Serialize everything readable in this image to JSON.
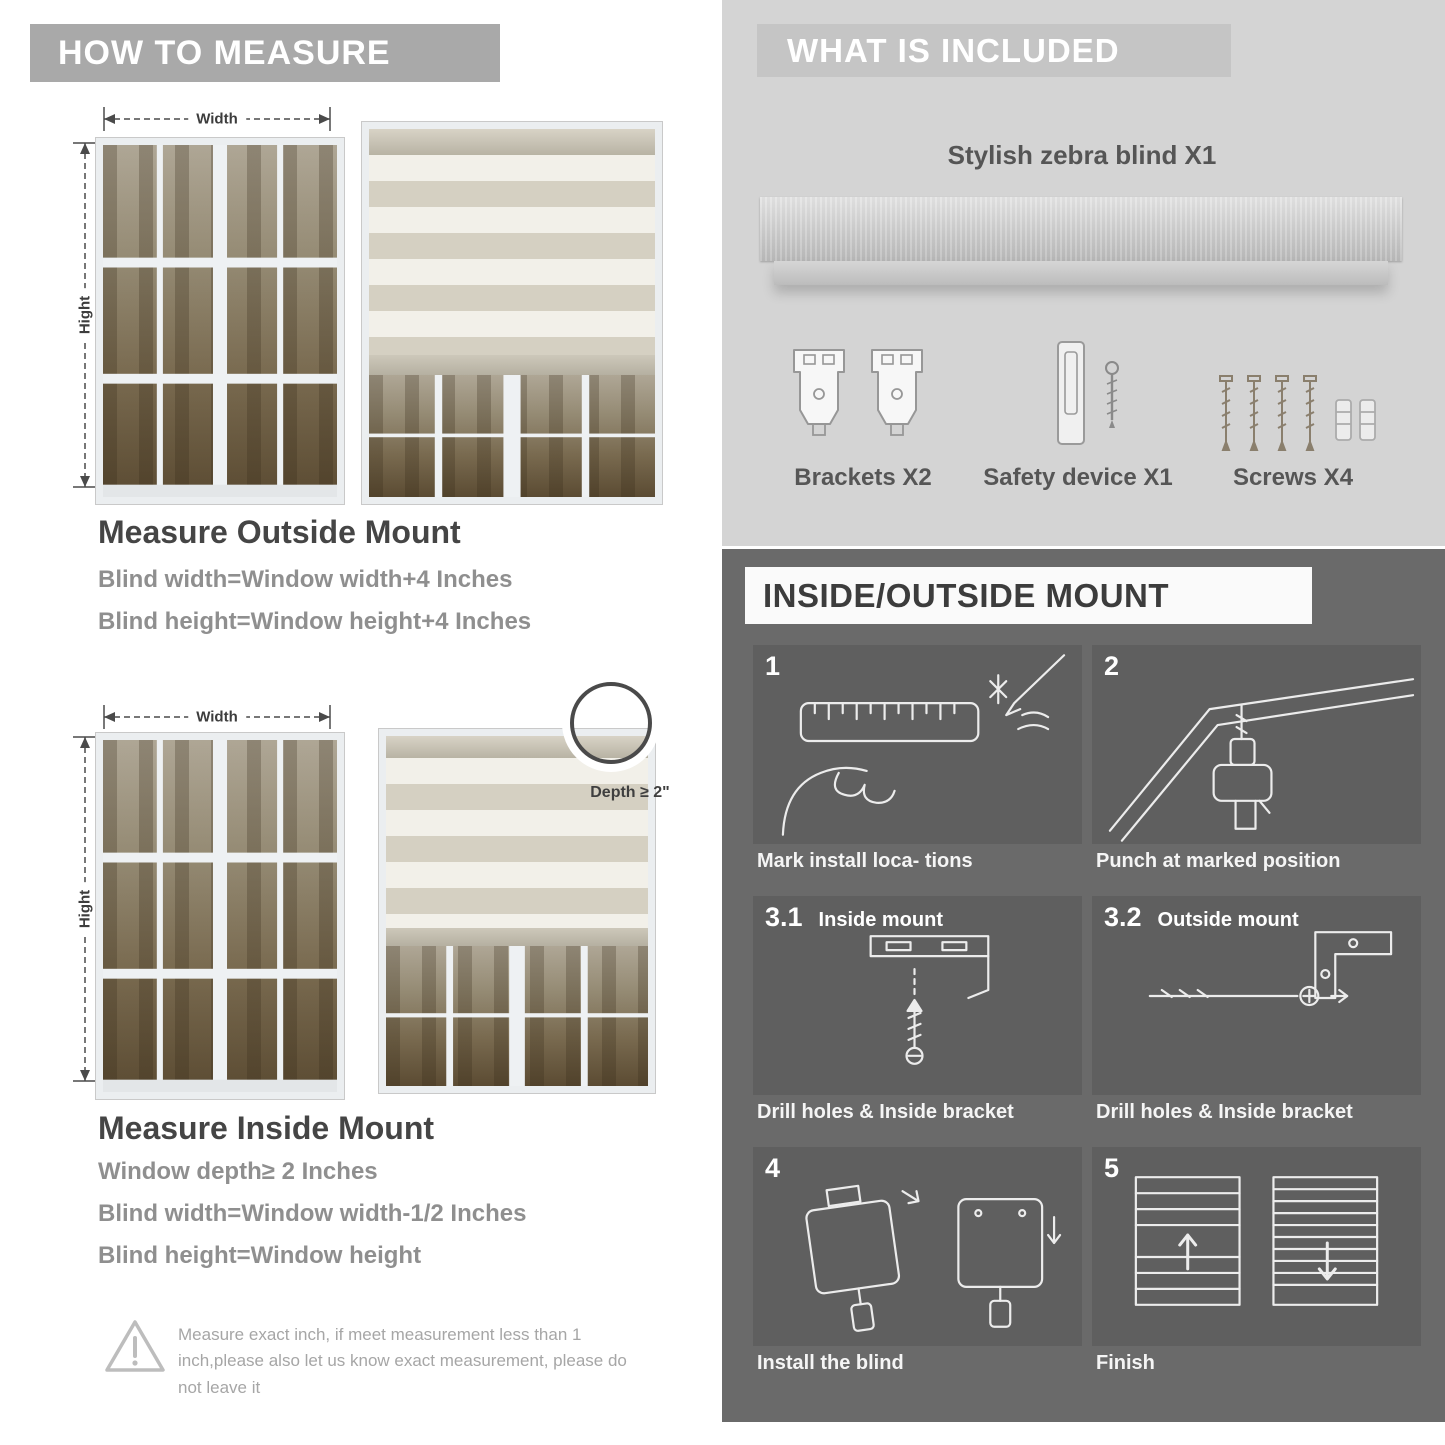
{
  "colors": {
    "header_bar": "#a9a9a9",
    "included_panel": "#d4d4d4",
    "included_band": "#c5c5c5",
    "dark_panel": "#6a6a6a",
    "tile_bg": "#5f5f5f",
    "heading_text": "#454545",
    "muted_text": "#8f8f8f"
  },
  "left": {
    "header": "HOW TO MEASURE",
    "outside": {
      "width_label": "Width",
      "height_label": "Hight",
      "title": "Measure Outside Mount",
      "lines": [
        "Blind width=Window width+4 Inches",
        "Blind height=Window height+4 Inches"
      ]
    },
    "inside": {
      "width_label": "Width",
      "height_label": "Hight",
      "depth_label": "Depth ≥ 2\"",
      "title": "Measure Inside Mount",
      "lines": [
        "Window depth≥ 2 Inches",
        "Blind width=Window width-1/2 Inches",
        "Blind height=Window height"
      ]
    },
    "warning_text": "Measure exact inch, if meet measurement less than 1 inch,please also let us know exact measurement, please do not leave it"
  },
  "right": {
    "included": {
      "header": "WHAT IS INCLUDED",
      "blind_label": "Stylish zebra blind X1",
      "items": [
        "Brackets X2",
        "Safety device X1",
        "Screws X4"
      ]
    },
    "mount": {
      "header": "INSIDE/OUTSIDE MOUNT",
      "steps": [
        {
          "num": "1",
          "caption": "Mark install loca- tions"
        },
        {
          "num": "2",
          "caption": "Punch at  marked position"
        },
        {
          "num": "3.1",
          "label": "Inside mount",
          "caption": "Drill holes &  Inside bracket"
        },
        {
          "num": "3.2",
          "label": "Outside mount",
          "caption": "Drill holes &  Inside bracket"
        },
        {
          "num": "4",
          "caption": "Install the blind"
        },
        {
          "num": "5",
          "caption": "Finish"
        }
      ]
    }
  }
}
